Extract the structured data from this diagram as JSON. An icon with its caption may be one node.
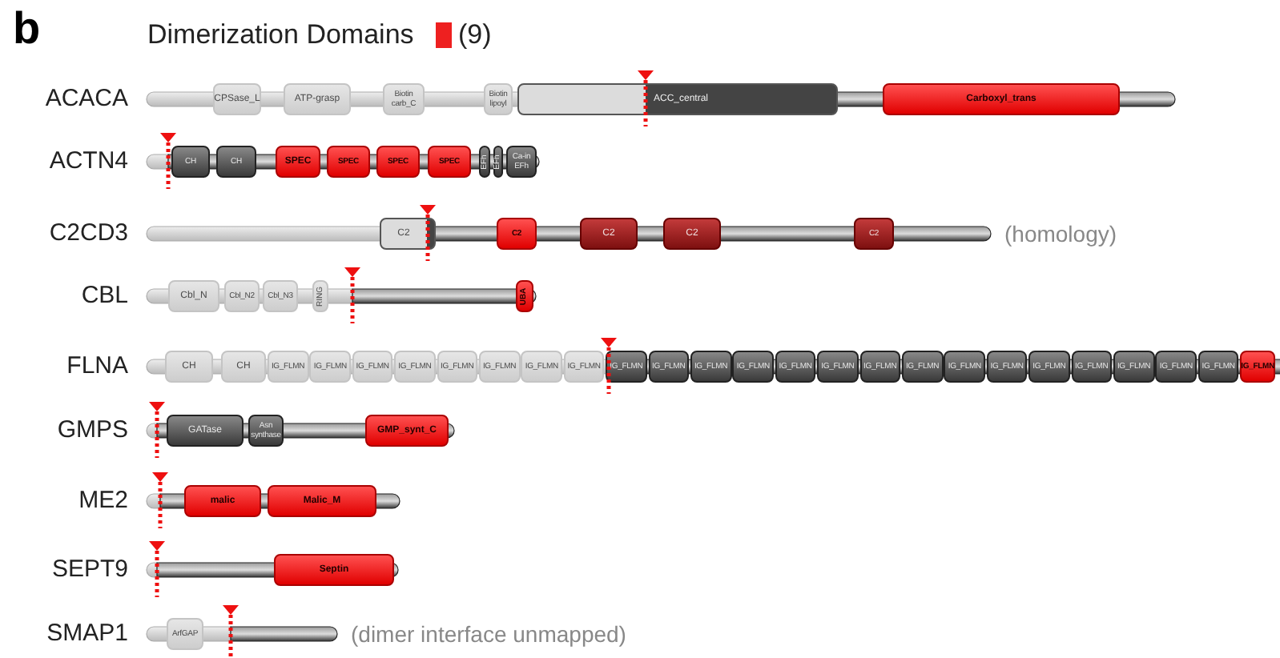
{
  "diagram": {
    "nodes": [
      {
        "text": [
          "ACACA"
        ]
      },
      {
        "text": [
          "CPSase_L"
        ],
        "in": 0
      },
      {
        "text": [
          "ATP-grasp"
        ],
        "in": 0
      },
      {
        "text": [
          "Biotin carb_C"
        ],
        "in": 0
      },
      {
        "text": [
          "Biotin lipoyl"
        ],
        "in": 0
      },
      {
        "text": [
          "ACC_central"
        ],
        "in": 0
      },
      {
        "text": [
          "Carboxyl_trans"
        ],
        "in": 0
      },
      {
        "text": [
          "ACTN4"
        ]
      },
      {
        "text": [
          "CH"
        ],
        "in": 7
      },
      {
        "text": [
          "CH"
        ],
        "in": 7
      },
      {
        "text": [
          "SPEC"
        ],
        "in": 7
      },
      {
        "text": [
          "SPEC"
        ],
        "in": 7
      },
      {
        "text": [
          "SPEC"
        ],
        "in": 7
      },
      {
        "text": [
          "SPEC"
        ],
        "in": 7
      },
      {
        "text": [
          "EFh"
        ],
        "in": 7
      },
      {
        "text": [
          "EFh"
        ],
        "in": 7
      },
      {
        "text": [
          "Ca-in EFh"
        ],
        "in": 7
      },
      {
        "text": [
          "C2CD3"
        ],
        "beside": [
          "(homology)"
        ]
      },
      {
        "text": [
          "C2"
        ],
        "in": 17
      },
      {
        "text": [
          "C2"
        ],
        "in": 17
      },
      {
        "text": [
          "C2"
        ],
        "in": 17
      },
      {
        "text": [
          "C2"
        ],
        "in": 17
      },
      {
        "text": [
          "C2"
        ],
        "in": 17
      },
      {
        "text": [
          "CBL"
        ]
      },
      {
        "text": [
          "Cbl_N"
        ],
        "in": 23
      },
      {
        "text": [
          "Cbl_N2"
        ],
        "in": 23
      },
      {
        "text": [
          "Cbl_N3"
        ],
        "in": 23
      },
      {
        "text": [
          "RING"
        ],
        "in": 23
      },
      {
        "text": [
          "UBA"
        ],
        "in": 23
      },
      {
        "text": [
          "FLNA"
        ]
      },
      {
        "text": [
          "CH"
        ],
        "in": 29
      },
      {
        "text": [
          "CH"
        ],
        "in": 29
      },
      {
        "text": [
          "IG_FLMN"
        ],
        "in": 29
      },
      {
        "text": [
          "IG_FLMN"
        ],
        "in": 29
      },
      {
        "text": [
          "IG_FLMN"
        ],
        "in": 29
      },
      {
        "text": [
          "IG_FLMN"
        ],
        "in": 29
      },
      {
        "text": [
          "IG_FLMN"
        ],
        "in": 29
      },
      {
        "text": [
          "IG_FLMN"
        ],
        "in": 29
      },
      {
        "text": [
          "IG_FLMN"
        ],
        "in": 29
      },
      {
        "text": [
          "IG_FLMN"
        ],
        "in": 29
      },
      {
        "text": [
          "IG_FLMN"
        ],
        "in": 29
      },
      {
        "text": [
          "IG_FLMN"
        ],
        "in": 29
      },
      {
        "text": [
          "IG_FLMN"
        ],
        "in": 29
      },
      {
        "text": [
          "IG_FLMN"
        ],
        "in": 29
      },
      {
        "text": [
          "IG_FLMN"
        ],
        "in": 29
      },
      {
        "text": [
          "IG_FLMN"
        ],
        "in": 29
      },
      {
        "text": [
          "IG_FLMN"
        ],
        "in": 29
      },
      {
        "text": [
          "IG_FLMN"
        ],
        "in": 29
      },
      {
        "text": [
          "IG_FLMN"
        ],
        "in": 29
      },
      {
        "text": [
          "IG_FLMN"
        ],
        "in": 29
      },
      {
        "text": [
          "IG_FLMN"
        ],
        "in": 29
      },
      {
        "text": [
          "IG_FLMN"
        ],
        "in": 29
      },
      {
        "text": [
          "IG_FLMN"
        ],
        "in": 29
      },
      {
        "text": [
          "IG_FLMN"
        ],
        "in": 29
      },
      {
        "text": [
          "IG_FLMN"
        ],
        "in": 29
      },
      {
        "text": [
          "IG_FLMN"
        ],
        "in": 29
      },
      {
        "text": [
          "GMPS"
        ]
      },
      {
        "text": [
          "GATase"
        ],
        "in": 56
      },
      {
        "text": [
          "Asn synthase"
        ],
        "in": 56
      },
      {
        "text": [
          "GMP_synt_C"
        ],
        "in": 56
      },
      {
        "text": [
          "ME2"
        ]
      },
      {
        "text": [
          "malic"
        ],
        "in": 60
      },
      {
        "text": [
          "Malic_M"
        ],
        "in": 60
      },
      {
        "text": [
          "SEPT9"
        ]
      },
      {
        "text": [
          "Septin"
        ],
        "in": 63
      },
      {
        "text": [
          "SMAP1"
        ],
        "beside": [
          "(dimer interface unmapped)"
        ]
      },
      {
        "text": [
          "ArfGAP"
        ],
        "in": 65
      }
    ],
    "labels": [
      "b",
      "(9)"
    ],
    "legend": [
      {
        "text": "Dimerization Domains",
        "color": "#ee2020"
      }
    ]
  }
}
